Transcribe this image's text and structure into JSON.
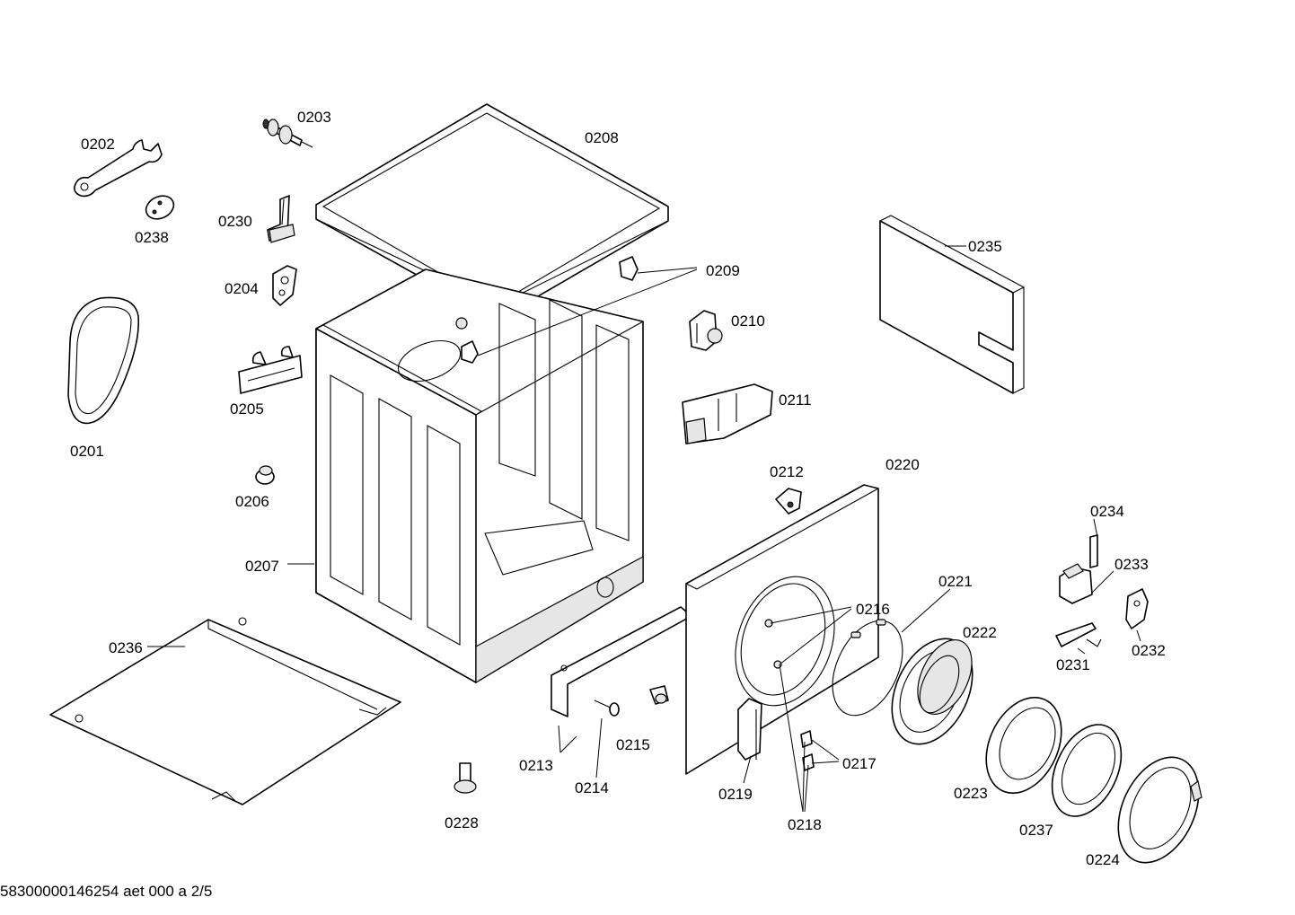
{
  "diagram": {
    "footer": "58300000146254 aet 000 a 2/5",
    "labels": {
      "p0201": "0201",
      "p0202": "0202",
      "p0203": "0203",
      "p0204": "0204",
      "p0205": "0205",
      "p0206": "0206",
      "p0207": "0207",
      "p0208": "0208",
      "p0209": "0209",
      "p0210": "0210",
      "p0211": "0211",
      "p0212": "0212",
      "p0213": "0213",
      "p0214": "0214",
      "p0215": "0215",
      "p0216": "0216",
      "p0217": "0217",
      "p0218": "0218",
      "p0219": "0219",
      "p0220": "0220",
      "p0221": "0221",
      "p0222": "0222",
      "p0223": "0223",
      "p0224": "0224",
      "p0228": "0228",
      "p0230": "0230",
      "p0231": "0231",
      "p0232": "0232",
      "p0233": "0233",
      "p0234": "0234",
      "p0235": "0235",
      "p0236": "0236",
      "p0237": "0237",
      "p0238": "0238"
    }
  }
}
